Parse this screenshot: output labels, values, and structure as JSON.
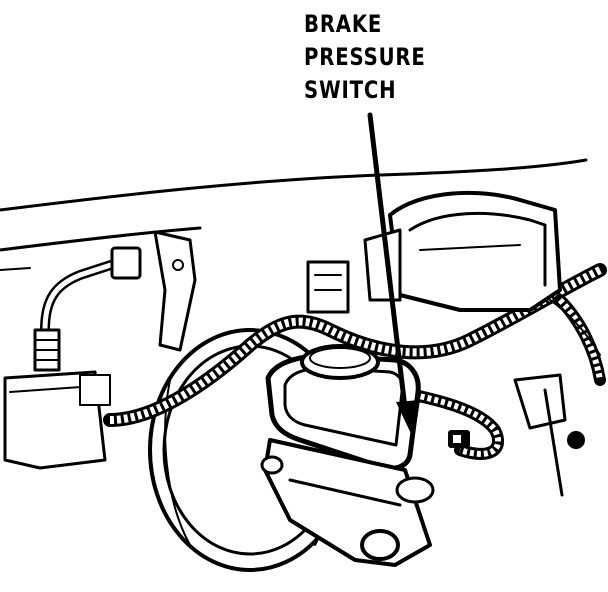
{
  "figure": {
    "callout_lines": [
      "BRAKE",
      "PRESSURE",
      "SWITCH"
    ]
  }
}
